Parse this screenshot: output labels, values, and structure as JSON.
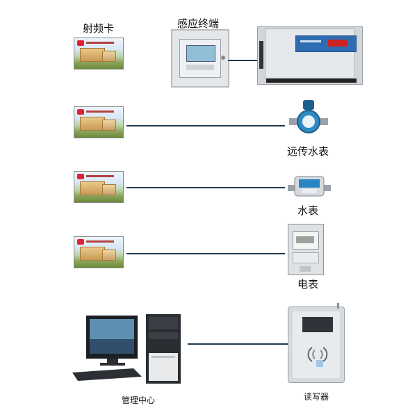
{
  "labels": {
    "rf_card": "射频卡",
    "sensor_terminal": "感应终端",
    "remote_water_meter": "远传水表",
    "water_meter": "水表",
    "electric_meter": "电表",
    "management_center": "管理中心",
    "card_reader": "读写器"
  },
  "colors": {
    "connector": "#1f3a4f",
    "panel_blue": "#2e6db2",
    "device_gray": "#d9dde2"
  }
}
